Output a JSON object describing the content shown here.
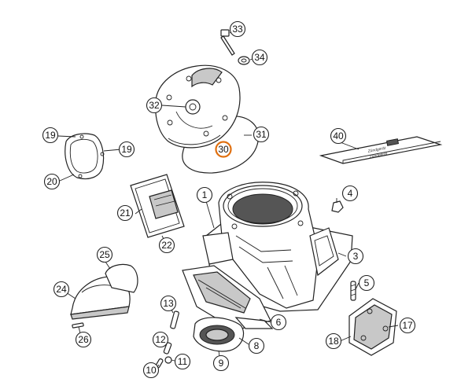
{
  "diagram": {
    "callouts": [
      {
        "id": "33",
        "label": "33",
        "highlight": false
      },
      {
        "id": "34",
        "label": "34",
        "highlight": false
      },
      {
        "id": "32",
        "label": "32",
        "highlight": false
      },
      {
        "id": "31",
        "label": "31",
        "highlight": false
      },
      {
        "id": "30",
        "label": "30",
        "highlight": true
      },
      {
        "id": "19a",
        "label": "19",
        "highlight": false
      },
      {
        "id": "19b",
        "label": "19",
        "highlight": false
      },
      {
        "id": "20",
        "label": "20",
        "highlight": false
      },
      {
        "id": "40",
        "label": "40",
        "highlight": false
      },
      {
        "id": "1",
        "label": "1",
        "highlight": false
      },
      {
        "id": "4",
        "label": "4",
        "highlight": false
      },
      {
        "id": "21",
        "label": "21",
        "highlight": false
      },
      {
        "id": "22",
        "label": "22",
        "highlight": false
      },
      {
        "id": "3",
        "label": "3",
        "highlight": false
      },
      {
        "id": "25",
        "label": "25",
        "highlight": false
      },
      {
        "id": "24",
        "label": "24",
        "highlight": false
      },
      {
        "id": "5",
        "label": "5",
        "highlight": false
      },
      {
        "id": "13",
        "label": "13",
        "highlight": false
      },
      {
        "id": "6",
        "label": "6",
        "highlight": false
      },
      {
        "id": "17",
        "label": "17",
        "highlight": false
      },
      {
        "id": "26",
        "label": "26",
        "highlight": false
      },
      {
        "id": "12",
        "label": "12",
        "highlight": false
      },
      {
        "id": "18",
        "label": "18",
        "highlight": false
      },
      {
        "id": "8",
        "label": "8",
        "highlight": false
      },
      {
        "id": "10",
        "label": "10",
        "highlight": false
      },
      {
        "id": "11",
        "label": "11",
        "highlight": false
      },
      {
        "id": "9",
        "label": "9",
        "highlight": false
      }
    ],
    "booklet_text": [
      "Zündgerät",
      "Zündgerät"
    ]
  }
}
